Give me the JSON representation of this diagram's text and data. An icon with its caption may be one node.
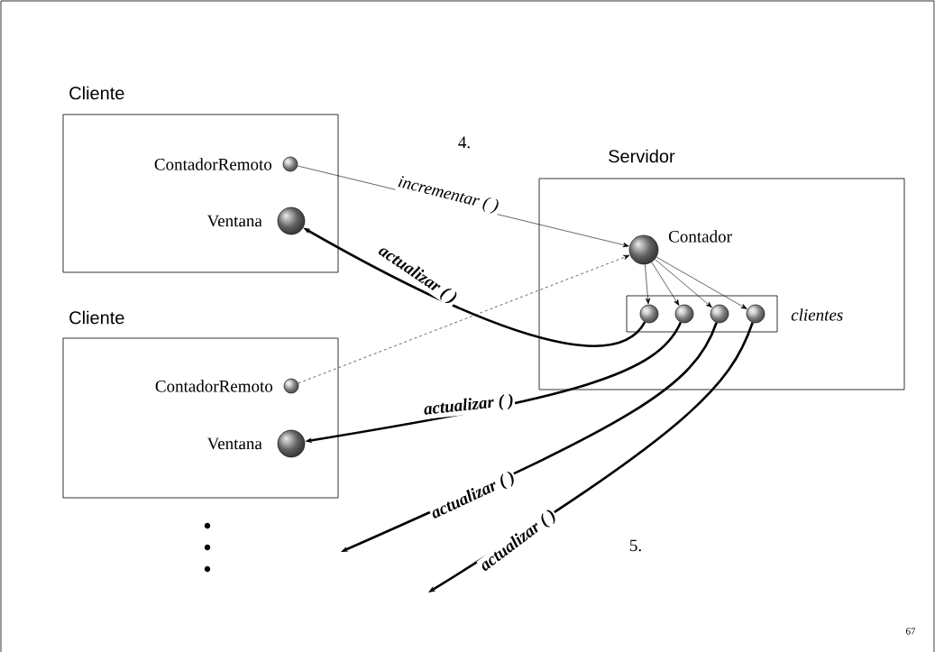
{
  "diagram": {
    "nodes": [
      {
        "text": [
          "Cliente"
        ]
      },
      {
        "text": [],
        "shape": "circle",
        "beside": [
          "ContadorRemoto"
        ],
        "in": 0
      },
      {
        "text": [],
        "shape": "circle",
        "beside": [
          "Ventana"
        ],
        "in": 0
      },
      {
        "text": [
          "Cliente"
        ]
      },
      {
        "text": [],
        "shape": "circle",
        "beside": [
          "ContadorRemoto"
        ],
        "in": 3
      },
      {
        "text": [],
        "shape": "circle",
        "beside": [
          "Ventana"
        ],
        "in": 3
      },
      {
        "text": [
          "Servidor"
        ]
      },
      {
        "text": [],
        "shape": "circle",
        "beside": [
          "Contador"
        ],
        "in": 6
      },
      {
        "text": [],
        "shape": "box",
        "beside": [
          "clientes"
        ],
        "in": 6
      },
      {
        "text": [],
        "shape": "circle",
        "in": 8
      },
      {
        "text": [],
        "shape": "circle",
        "in": 8
      },
      {
        "text": [],
        "shape": "circle",
        "in": 8
      },
      {
        "text": [],
        "shape": "circle",
        "in": 8
      }
    ],
    "edges": [
      {
        "from": 1,
        "to": 7,
        "arrow": "to",
        "label": "incrementar ( )"
      },
      {
        "from": 4,
        "to": 7,
        "arrow": "to",
        "style": "dashed"
      },
      {
        "from": 7,
        "to": 9,
        "arrow": "to"
      },
      {
        "from": 7,
        "to": 10,
        "arrow": "to"
      },
      {
        "from": 7,
        "to": 11,
        "arrow": "to"
      },
      {
        "from": 7,
        "to": 12,
        "arrow": "to"
      },
      {
        "from": 9,
        "to": 2,
        "arrow": "to",
        "style": "thick",
        "label": "actualizar ( )"
      },
      {
        "from": 10,
        "to": 5,
        "arrow": "to",
        "style": "thick",
        "label": "actualizar ( )"
      },
      {
        "from": 11,
        "to": null,
        "arrow": "to",
        "style": "thick",
        "label": "actualizar ( )"
      },
      {
        "from": 12,
        "to": null,
        "arrow": "to",
        "style": "thick",
        "label": "actualizar ( )"
      }
    ],
    "labels": [
      "4.",
      "5.",
      "67"
    ]
  }
}
